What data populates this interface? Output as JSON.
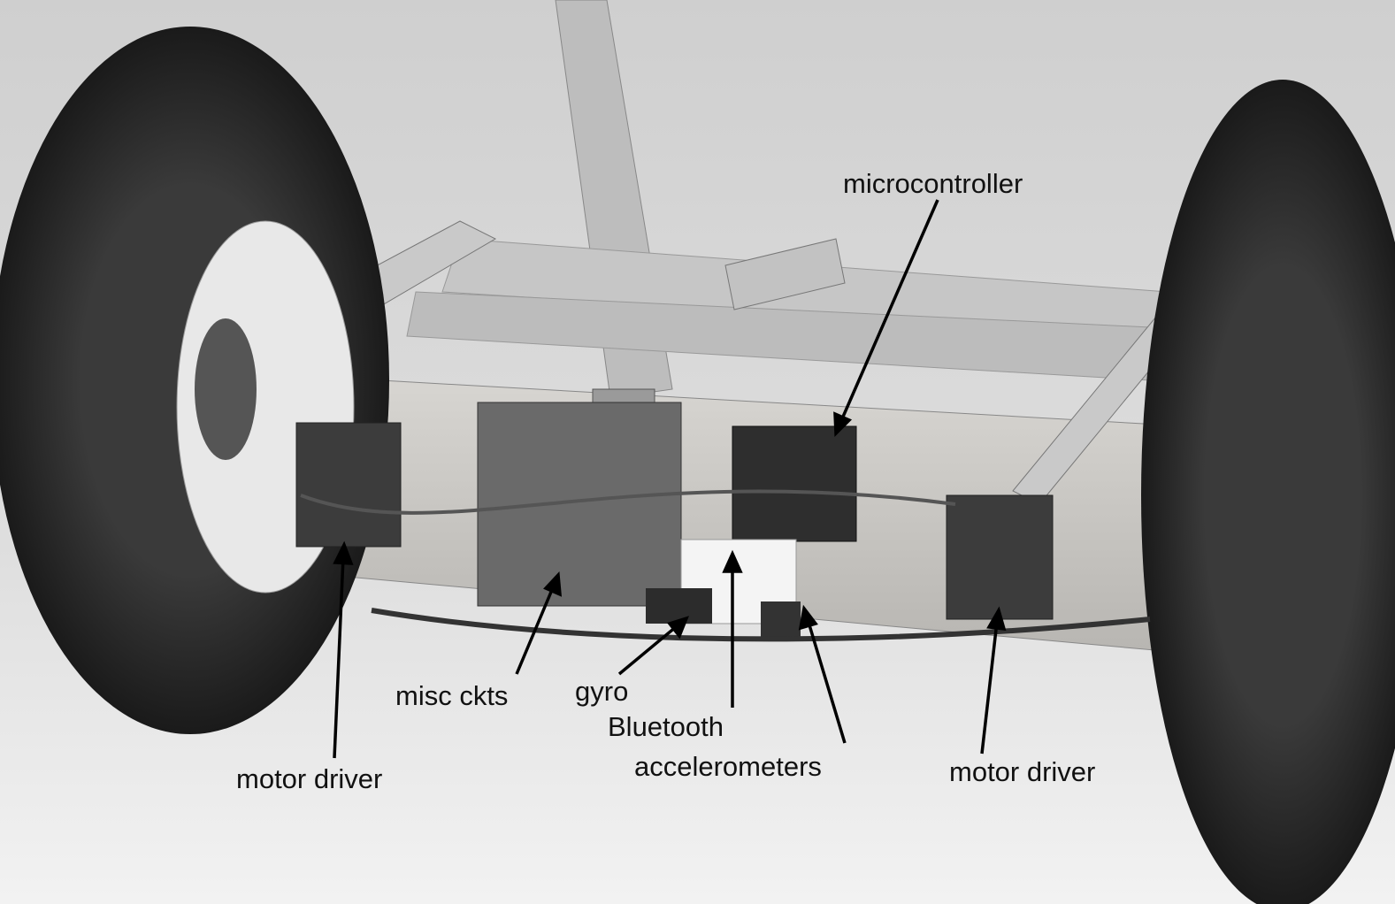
{
  "labels": {
    "microcontroller": "microcontroller",
    "misc_ckts": "misc ckts",
    "gyro": "gyro",
    "bluetooth": "Bluetooth",
    "accelerometers": "accelerometers",
    "motor_driver_left": "motor driver",
    "motor_driver_right": "motor driver"
  }
}
